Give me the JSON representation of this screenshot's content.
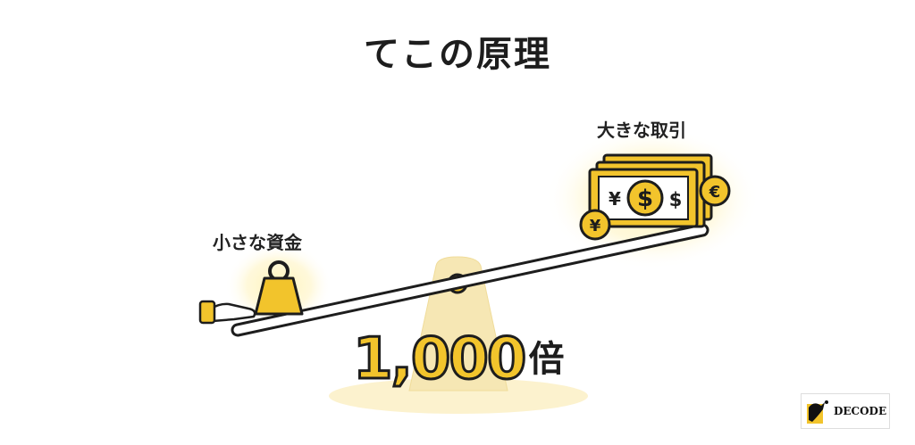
{
  "title": "てこの原理",
  "small_funds_label": "小さな資金",
  "big_trade_label": "大きな取引",
  "multiplier": {
    "value": "1,000",
    "unit": "倍"
  },
  "currency_symbols": {
    "yen": "¥",
    "dollar": "$",
    "euro": "€"
  },
  "logo_text": "DECODE",
  "colors": {
    "accent": "#f2c42c",
    "accent_light": "#f9e9a8",
    "glow": "#fff1b0",
    "outline": "#1d1d1d",
    "fulcrum": "#f6e7b4"
  },
  "icons": [
    "hand-icon",
    "weight-icon",
    "banknote-icon",
    "yen-coin-icon",
    "euro-coin-icon",
    "fulcrum-icon"
  ]
}
